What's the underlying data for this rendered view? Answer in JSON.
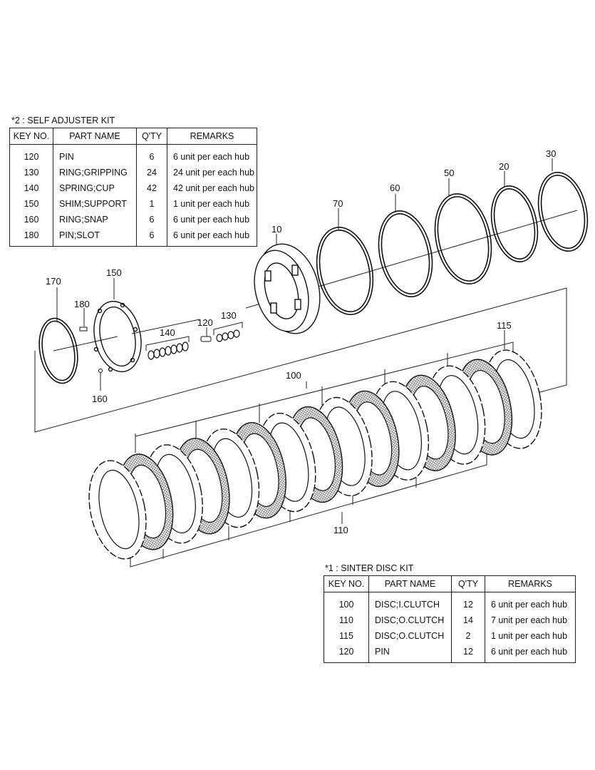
{
  "self_adjuster_kit": {
    "title": "*2 : SELF ADJUSTER KIT",
    "headers": [
      "KEY NO.",
      "PART NAME",
      "Q'TY",
      "REMARKS"
    ],
    "rows": [
      [
        "120",
        "PIN",
        "6",
        "6 unit per each hub"
      ],
      [
        "130",
        "RING;GRIPPING",
        "24",
        "24 unit per each hub"
      ],
      [
        "140",
        "SPRING;CUP",
        "42",
        "42 unit per each hub"
      ],
      [
        "150",
        "SHIM;SUPPORT",
        "1",
        "1 unit per each hub"
      ],
      [
        "160",
        "RING;SNAP",
        "6",
        "6 unit per each hub"
      ],
      [
        "180",
        "PIN;SLOT",
        "6",
        "6 unit per each hub"
      ]
    ]
  },
  "sinter_disc_kit": {
    "title": "*1 : SINTER DISC KIT",
    "headers": [
      "KEY NO.",
      "PART NAME",
      "Q'TY",
      "REMARKS"
    ],
    "rows": [
      [
        "100",
        "DISC;I.CLUTCH",
        "12",
        "6 unit per each hub"
      ],
      [
        "110",
        "DISC;O.CLUTCH",
        "14",
        "7 unit per each hub"
      ],
      [
        "115",
        "DISC;O.CLUTCH",
        "2",
        "1 unit per each hub"
      ],
      [
        "120",
        "PIN",
        "12",
        "6 unit per each hub"
      ]
    ]
  },
  "callouts": {
    "c10": "10",
    "c20": "20",
    "c30": "30",
    "c50": "50",
    "c60": "60",
    "c70": "70",
    "c100": "100",
    "c110": "110",
    "c115": "115",
    "c120": "120",
    "c130": "130",
    "c140": "140",
    "c150": "150",
    "c160": "160",
    "c170": "170",
    "c180": "180"
  }
}
